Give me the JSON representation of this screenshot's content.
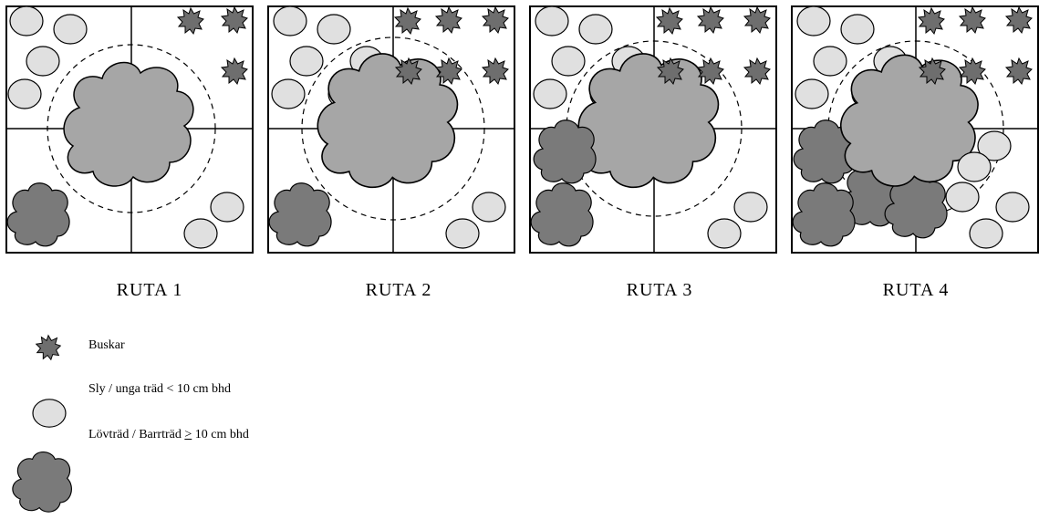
{
  "rutor": [
    {
      "label": "RUTA 1"
    },
    {
      "label": "RUTA 2"
    },
    {
      "label": "RUTA 3"
    },
    {
      "label": "RUTA 4"
    }
  ],
  "legend": {
    "buskar": "Buskar",
    "sly": "Sly / unga träd < 10 cm bhd",
    "lovtrad_prefix": "Lövträd / Barrträd ",
    "lovtrad_symbol": ">",
    "lovtrad_suffix": " 10 cm bhd"
  },
  "colors": {
    "buskar_fill": "#6e6e6e",
    "sly_fill": "#e0e0e0",
    "large_tree_fill": "#a6a6a6",
    "dark_tree_fill": "#7a7a7a",
    "outline": "#000000"
  },
  "icons": {
    "buskar": "shrub-star-icon",
    "sly": "sapling-ellipse-icon",
    "lovtrad": "tree-cloud-icon"
  }
}
